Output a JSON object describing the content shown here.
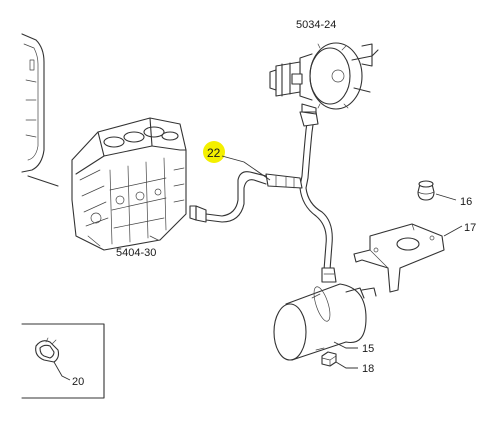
{
  "diagram": {
    "callouts": {
      "brake_booster": "5034-24",
      "engine_block": "5404-30",
      "hose": "22",
      "grommet": "16",
      "bracket": "17",
      "reservoir": "15",
      "nut": "18",
      "clip": "20"
    },
    "colors": {
      "highlight": "#f4f000",
      "line": "#333333",
      "background": "#ffffff"
    }
  }
}
